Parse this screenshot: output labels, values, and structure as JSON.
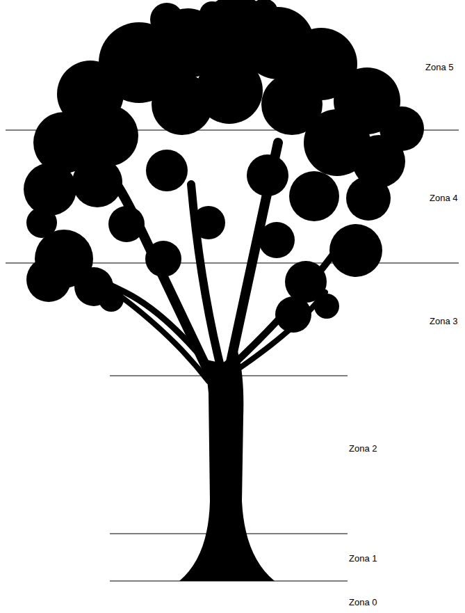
{
  "diagram": {
    "labels": [
      "Zona 5",
      "Zona 4",
      "Zona 3",
      "Zona 2",
      "Zona 1",
      "Zona 0"
    ]
  }
}
